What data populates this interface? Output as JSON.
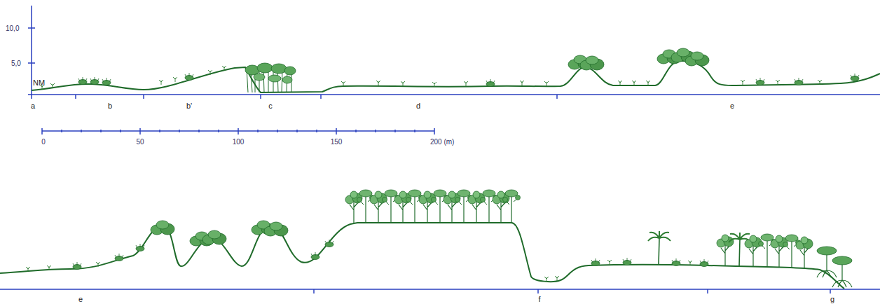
{
  "diagram": {
    "labels": [
      "10,0",
      "5,0",
      "NM",
      "a",
      "b",
      "b'",
      "c",
      "d",
      "e",
      "0",
      "50",
      "100",
      "150",
      "200 (m)",
      "e",
      "f",
      "g"
    ]
  }
}
